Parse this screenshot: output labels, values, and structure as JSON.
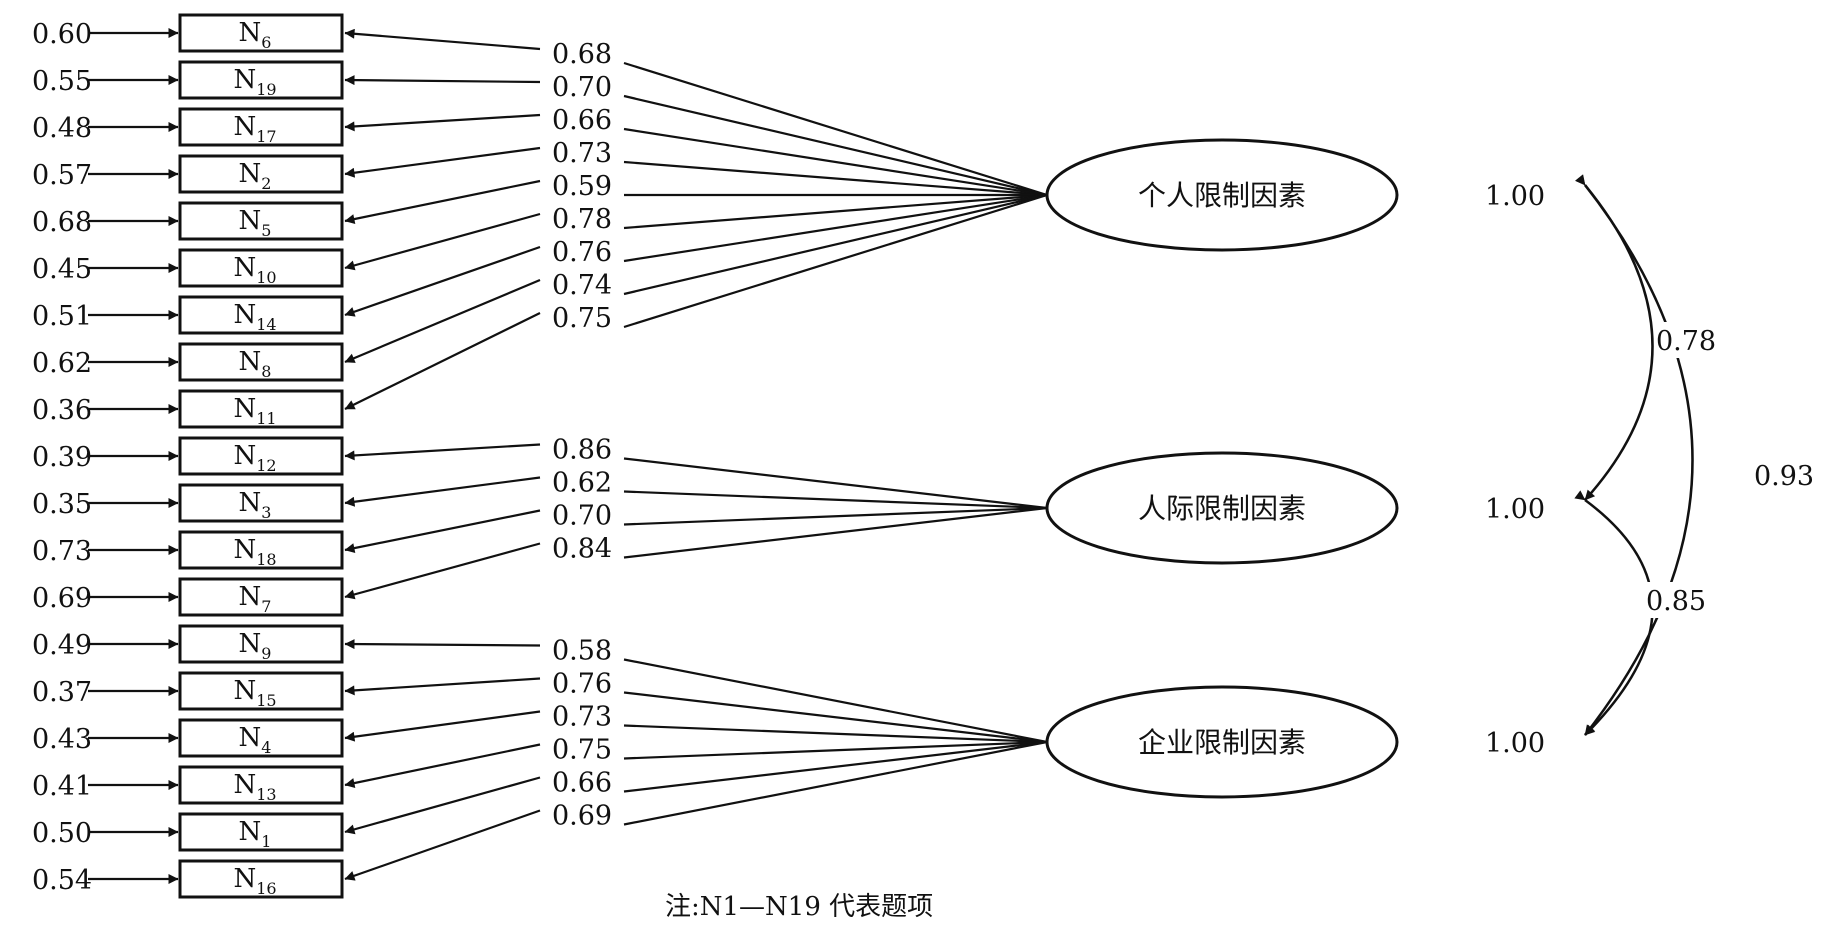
{
  "items": [
    {
      "label": "N",
      "sub": "6",
      "error": "0.60",
      "loading": "0.68",
      "factor": 0
    },
    {
      "label": "N",
      "sub": "19",
      "error": "0.55",
      "loading": "0.70",
      "factor": 0
    },
    {
      "label": "N",
      "sub": "17",
      "error": "0.48",
      "loading": "0.66",
      "factor": 0
    },
    {
      "label": "N",
      "sub": "2",
      "error": "0.57",
      "loading": "0.73",
      "factor": 0
    },
    {
      "label": "N",
      "sub": "5",
      "error": "0.68",
      "loading": "0.59",
      "factor": 0
    },
    {
      "label": "N",
      "sub": "10",
      "error": "0.45",
      "loading": "0.78",
      "factor": 0
    },
    {
      "label": "N",
      "sub": "14",
      "error": "0.51",
      "loading": "0.76",
      "factor": 0
    },
    {
      "label": "N",
      "sub": "8",
      "error": "0.62",
      "loading": "0.74",
      "factor": 0
    },
    {
      "label": "N",
      "sub": "11",
      "error": "0.36",
      "loading": "0.75",
      "factor": 0
    },
    {
      "label": "N",
      "sub": "12",
      "error": "0.39",
      "loading": "0.86",
      "factor": 1
    },
    {
      "label": "N",
      "sub": "3",
      "error": "0.35",
      "loading": "0.62",
      "factor": 1
    },
    {
      "label": "N",
      "sub": "18",
      "error": "0.73",
      "loading": "0.70",
      "factor": 1
    },
    {
      "label": "N",
      "sub": "7",
      "error": "0.69",
      "loading": "0.84",
      "factor": 1
    },
    {
      "label": "N",
      "sub": "9",
      "error": "0.49",
      "loading": "0.58",
      "factor": 2
    },
    {
      "label": "N",
      "sub": "15",
      "error": "0.37",
      "loading": "0.76",
      "factor": 2
    },
    {
      "label": "N",
      "sub": "4",
      "error": "0.43",
      "loading": "0.73",
      "factor": 2
    },
    {
      "label": "N",
      "sub": "13",
      "error": "0.41",
      "loading": "0.75",
      "factor": 2
    },
    {
      "label": "N",
      "sub": "1",
      "error": "0.50",
      "loading": "0.66",
      "factor": 2
    },
    {
      "label": "N",
      "sub": "16",
      "error": "0.54",
      "loading": "0.69",
      "factor": 2
    }
  ],
  "factors": [
    {
      "label": "个人限制因素",
      "variance": "1.00"
    },
    {
      "label": "人际限制因素",
      "variance": "1.00"
    },
    {
      "label": "企业限制因素",
      "variance": "1.00"
    }
  ],
  "correlations": {
    "f1_f2": "0.78",
    "f2_f3": "0.85",
    "f1_f3": "0.93"
  },
  "note": "注:N1—N19 代表题项"
}
